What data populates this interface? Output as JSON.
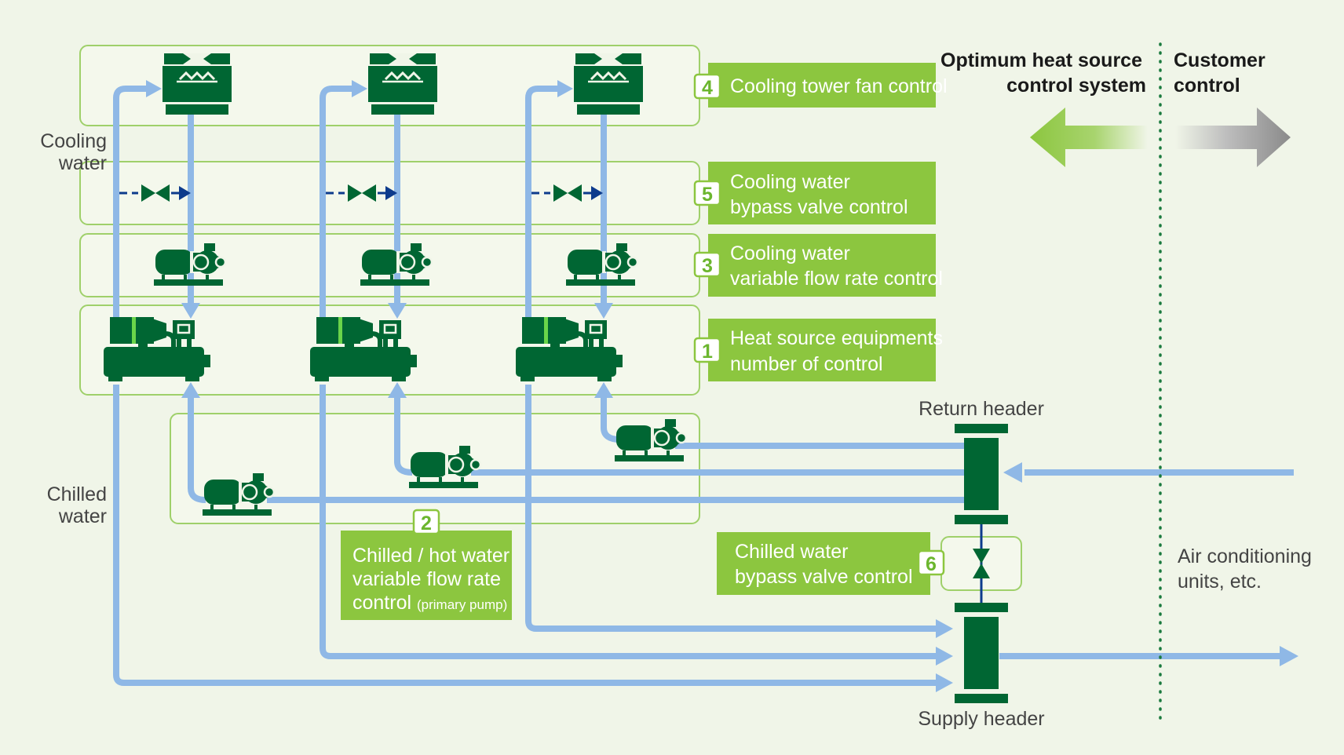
{
  "side_labels": {
    "cooling_water": [
      "Cooling",
      "water"
    ],
    "chilled_water": [
      "Chilled",
      "water"
    ]
  },
  "controls": [
    {
      "num": "4",
      "lines": [
        "Cooling tower fan control"
      ]
    },
    {
      "num": "5",
      "lines": [
        "Cooling water",
        "bypass valve control"
      ]
    },
    {
      "num": "3",
      "lines": [
        "Cooling water",
        "variable flow rate control"
      ]
    },
    {
      "num": "1",
      "lines": [
        "Heat source equipments",
        "number of control"
      ]
    },
    {
      "num": "2",
      "lines": [
        "Chilled / hot water",
        "variable flow rate",
        "control"
      ],
      "suffix": "(primary pump)"
    },
    {
      "num": "6",
      "lines": [
        "Chilled water",
        "bypass valve control"
      ]
    }
  ],
  "headers": {
    "return": "Return header",
    "supply": "Supply header"
  },
  "scope": {
    "optimum": [
      "Optimum heat source",
      "control system"
    ],
    "customer": [
      "Customer",
      "control"
    ]
  },
  "air_conditioning": [
    "Air conditioning",
    "units, etc."
  ],
  "colors": {
    "green_dark": "#006633",
    "green_box": "#8cc63f",
    "pipe": "#8fb8e6",
    "background": "#f0f5e8",
    "panel_border": "#9fd06a",
    "valve_arrow": "#0d3b8c",
    "gray_arrow": "#8a8a8a"
  },
  "icons": [
    "cooling-tower-icon",
    "pump-icon",
    "chiller-icon",
    "two-way-valve-icon",
    "three-way-valve-icon"
  ]
}
